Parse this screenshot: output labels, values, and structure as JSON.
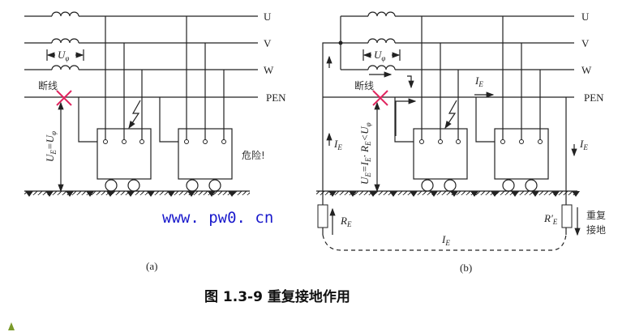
{
  "phases": [
    "U",
    "V",
    "W",
    "PEN"
  ],
  "phase_voltage": {
    "main": "U",
    "sub": "φ"
  },
  "broken_wire_label": "断线",
  "panel_a": {
    "label": "(a)",
    "voltage": {
      "main": "U",
      "sub": "E",
      "rest": "=U",
      "sub2": "φ"
    },
    "danger_label": "危险!"
  },
  "panel_b": {
    "label": "(b)",
    "voltage": {
      "main": "U",
      "sub": "E",
      "rest": "=I",
      "sub2": "E",
      "rest2": "· R",
      "sub3": "E",
      "rest3": "<U",
      "sub4": "φ"
    },
    "current": {
      "main": "I",
      "sub": "E"
    },
    "resistor_left": {
      "main": "R",
      "sub": "E"
    },
    "resistor_right": {
      "main": "R′",
      "sub": "E"
    },
    "repeat_ground_line1": "重复",
    "repeat_ground_line2": "接地"
  },
  "watermark": "www. pw0. cn",
  "caption": "图 1.3-9   重复接地作用",
  "colors": {
    "line": "#222222",
    "break_mark": "#e0245e",
    "watermark": "#1a1acc"
  }
}
